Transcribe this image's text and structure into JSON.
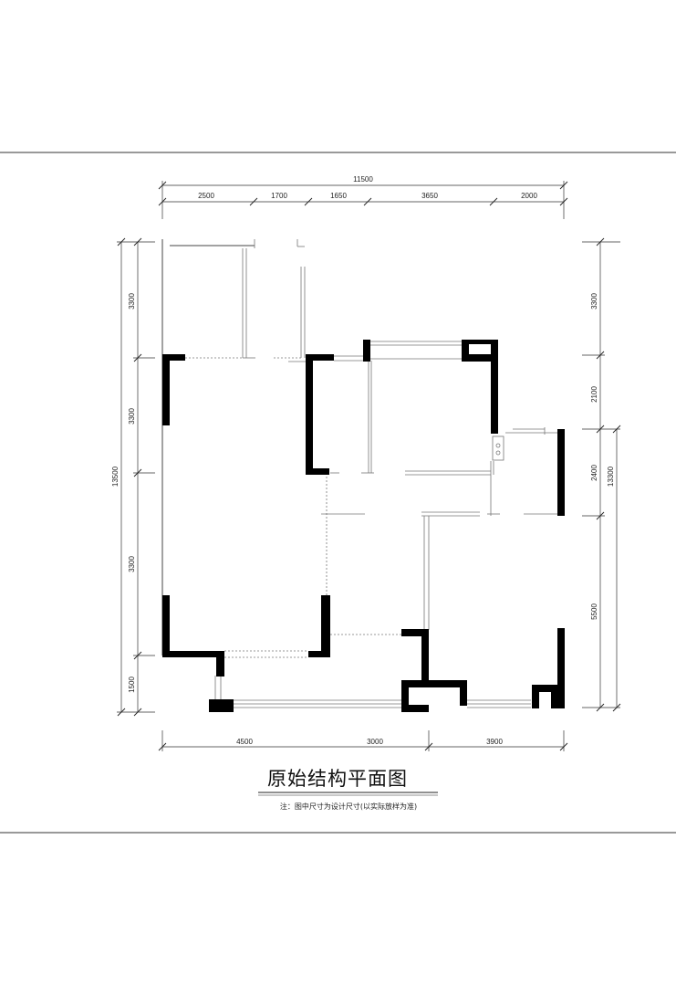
{
  "title": "原始结构平面图",
  "note": "注：图中尺寸为设计尺寸(以实际放样为准)",
  "dimensions": {
    "top_total": "11500",
    "top_segments": [
      "2500",
      "1700",
      "1650",
      "3650",
      "2000"
    ],
    "left_total": "13500",
    "left_segments": [
      "3300",
      "3300",
      "3300",
      "1500"
    ],
    "right_total": "13300",
    "right_segments": [
      "3300",
      "2100",
      "2400",
      "5500"
    ],
    "bottom_segments": [
      "4500",
      "3000",
      "3900"
    ]
  }
}
